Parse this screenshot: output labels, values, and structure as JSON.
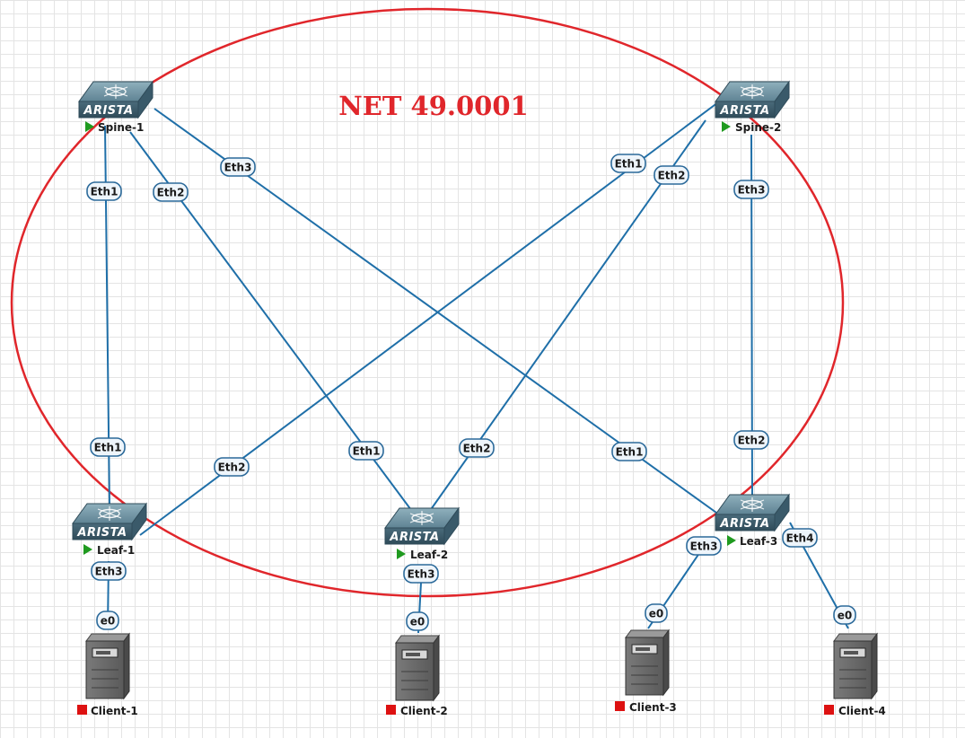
{
  "area": {
    "title": "NET 49.0001",
    "color": "#e0262b"
  },
  "colors": {
    "link": "#1f6fa8",
    "running": "#1f9a1f",
    "stopped": "#dd1111",
    "switch_body": "#4f6f7f",
    "server_body": "#6b6b6b"
  },
  "switch_brand": "ARISTA",
  "devices": {
    "spine1": {
      "label": "Spine-1",
      "status": "running"
    },
    "spine2": {
      "label": "Spine-2",
      "status": "running"
    },
    "leaf1": {
      "label": "Leaf-1",
      "status": "running"
    },
    "leaf2": {
      "label": "Leaf-2",
      "status": "running"
    },
    "leaf3": {
      "label": "Leaf-3",
      "status": "running"
    },
    "client1": {
      "label": "Client-1",
      "status": "stopped"
    },
    "client2": {
      "label": "Client-2",
      "status": "stopped"
    },
    "client3": {
      "label": "Client-3",
      "status": "stopped"
    },
    "client4": {
      "label": "Client-4",
      "status": "stopped"
    }
  },
  "links": [
    {
      "from": "spine1",
      "to": "leaf1",
      "from_port": "Eth1",
      "to_port": "Eth1"
    },
    {
      "from": "spine1",
      "to": "leaf2",
      "from_port": "Eth2",
      "to_port": "Eth1"
    },
    {
      "from": "spine1",
      "to": "leaf3",
      "from_port": "Eth3",
      "to_port": "Eth1"
    },
    {
      "from": "spine2",
      "to": "leaf1",
      "from_port": "Eth1",
      "to_port": "Eth2"
    },
    {
      "from": "spine2",
      "to": "leaf2",
      "from_port": "Eth2",
      "to_port": "Eth2"
    },
    {
      "from": "spine2",
      "to": "leaf3",
      "from_port": "Eth3",
      "to_port": "Eth2"
    },
    {
      "from": "leaf1",
      "to": "client1",
      "from_port": "Eth3",
      "to_port": "e0"
    },
    {
      "from": "leaf2",
      "to": "client2",
      "from_port": "Eth3",
      "to_port": "e0"
    },
    {
      "from": "leaf3",
      "to": "client3",
      "from_port": "Eth3",
      "to_port": "e0"
    },
    {
      "from": "leaf3",
      "to": "client4",
      "from_port": "Eth4",
      "to_port": "e0"
    }
  ]
}
